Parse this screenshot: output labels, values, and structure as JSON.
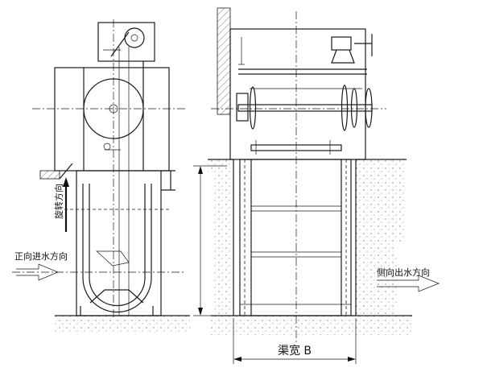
{
  "labels": {
    "rotation_direction": "旋转方向",
    "forward_inflow": "正向进水方向",
    "side_outflow": "侧向出水方向",
    "channel_width": "渠宽 B"
  },
  "colors": {
    "line": "#1a1a1a",
    "soil_hatch": "#8a8a8a",
    "wall_hatch": "#555555"
  }
}
